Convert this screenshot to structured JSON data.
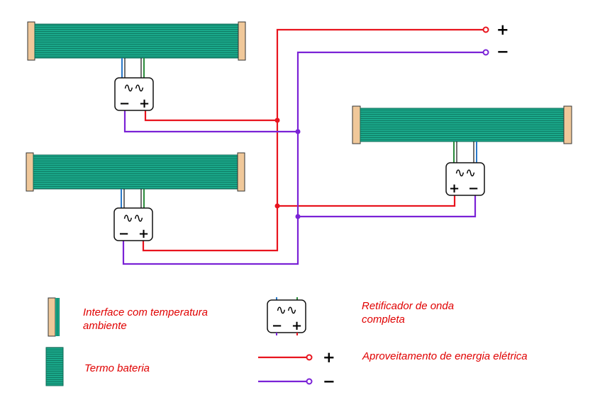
{
  "colors": {
    "positive_wire": "#e8141e",
    "negative_wire": "#7a22d6",
    "thermo_battery": "#1aa88a",
    "interface": "#f0c89a",
    "lead_blue": "#2a78c8",
    "lead_green": "#2a8a3a"
  },
  "terminals": {
    "positive": "+",
    "negative": "−"
  },
  "rectifier_symbol": {
    "ac": "∿∿",
    "minus": "−",
    "plus": "+"
  },
  "legend": {
    "interface_label": "Interface com temperatura ambiente",
    "battery_label": "Termo bateria",
    "rectifier_label": "Retificador de onda completa",
    "output_label": "Aproveitamento de energia elétrica",
    "plus": "+",
    "minus": "−"
  }
}
